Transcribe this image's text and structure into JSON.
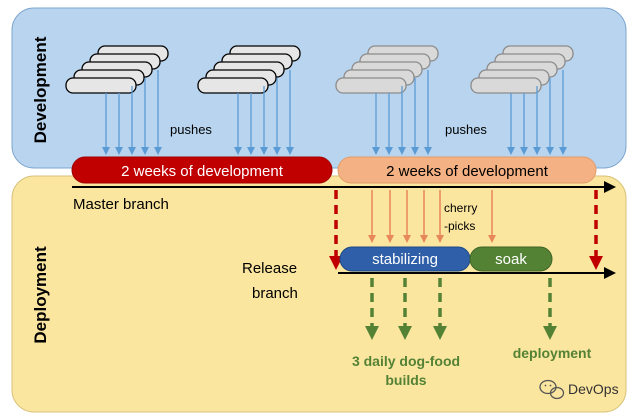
{
  "panels": {
    "development_label": "Development",
    "deployment_label": "Deployment"
  },
  "bars": {
    "sprint_left": "2 weeks of development",
    "sprint_right": "2 weeks of development",
    "stabilizing": "stabilizing",
    "soak": "soak"
  },
  "labels": {
    "pushes_left": "pushes",
    "pushes_right": "pushes",
    "master_branch": "Master branch",
    "release_line1": "Release",
    "release_line2": "branch",
    "cherry_line1": "cherry",
    "cherry_line2": "-picks",
    "builds_line1": "3 daily dog-food",
    "builds_line2": "builds",
    "deployment": "deployment"
  },
  "watermark": {
    "text": "DevOps",
    "icon": "wechat-icon"
  },
  "colors": {
    "dev_panel": "#b8d4ee",
    "deploy_panel": "#fbe6a0",
    "sprint_red": "#c00000",
    "sprint_orange": "#f4b183",
    "stabilizing_blue": "#2e5fa8",
    "soak_green": "#548235",
    "arrow_green": "#548235",
    "push_blue": "#5b9bd5",
    "cherry_orange": "#e8875a"
  }
}
